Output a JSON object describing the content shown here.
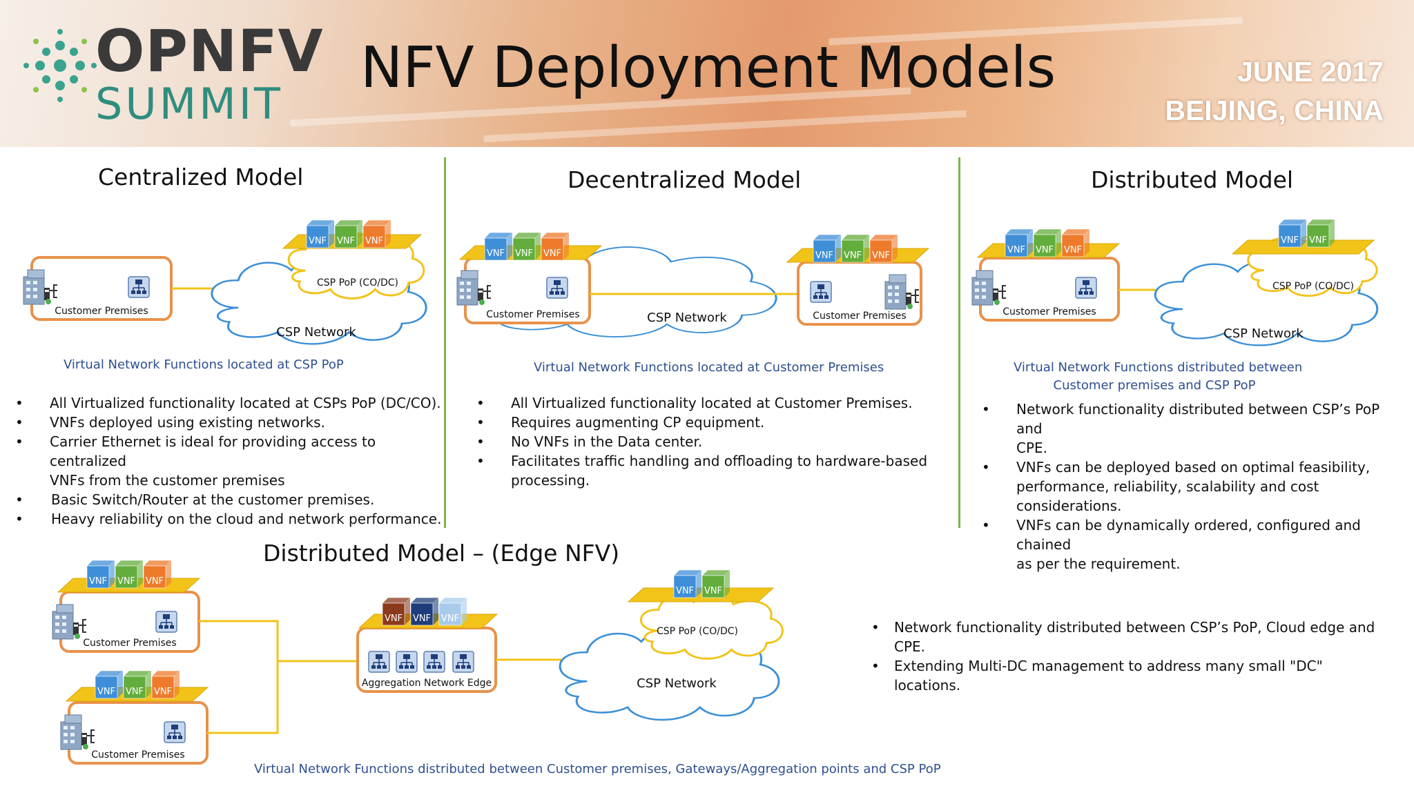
{
  "header": {
    "logo_word": "OPNFV",
    "logo_sub": "SUMMIT",
    "title": "NFV Deployment Models",
    "event_date": "JUNE 2017",
    "event_location": "BEIJING, CHINA"
  },
  "labels": {
    "vnf": "VNF",
    "customer_premises": "Customer Premises",
    "csp_network": "CSP Network",
    "csp_pop": "CSP PoP (CO/DC)",
    "aggregation_edge": "Aggregation Network Edge"
  },
  "centralized": {
    "heading": "Centralized Model",
    "caption": "Virtual Network Functions located at CSP PoP",
    "bullets": [
      "All Virtualized functionality located at CSPs PoP (DC/CO).",
      "VNFs deployed using existing networks.",
      "Carrier Ethernet is ideal for providing access to centralized",
      "VNFs from the customer premises",
      "Basic Switch/Router at the customer premises.",
      "Heavy reliability on the cloud and network performance."
    ]
  },
  "decentralized": {
    "heading": "Decentralized Model",
    "caption": "Virtual Network Functions located at Customer Premises",
    "bullets": [
      "All Virtualized functionality located at Customer Premises.",
      "Requires augmenting CP equipment.",
      "No VNFs in the Data center.",
      "Facilitates traffic handling and offloading to hardware-based",
      "processing."
    ]
  },
  "distributed": {
    "heading": "Distributed Model",
    "caption_line1": "Virtual Network Functions distributed between",
    "caption_line2": "Customer premises and CSP PoP",
    "bullets": [
      "Network functionality distributed between CSP’s PoP and",
      "CPE.",
      "VNFs can be deployed based on optimal feasibility,",
      "performance, reliability, scalability and cost",
      "considerations.",
      "VNFs can be dynamically ordered, configured and chained",
      " as per the requirement."
    ]
  },
  "edge": {
    "heading": "Distributed Model – (Edge NFV)",
    "caption": "Virtual Network Functions distributed between Customer premises, Gateways/Aggregation points and CSP PoP",
    "bullets": [
      "Network functionality distributed between CSP’s PoP, Cloud edge and",
      "CPE.",
      "Extending Multi-DC management to address many small \"DC\"",
      "locations."
    ]
  },
  "colors": {
    "vnf_blue": "#3f8fd8",
    "vnf_green": "#63ad3c",
    "vnf_orange": "#ee7a2c",
    "vnf_maroon": "#8c3a1c",
    "vnf_navy": "#1f3d7a",
    "vnf_lightblue": "#a8cbec",
    "platform": "#f2c318",
    "premises_border": "#e8914a",
    "cloud_border": "#3b8fd6",
    "pop_cloud_border": "#f2c318",
    "link": "#f2c318",
    "separator": "#7ab648",
    "caption": "#2e4f8f",
    "logo_teal": "#2f8d7e"
  }
}
